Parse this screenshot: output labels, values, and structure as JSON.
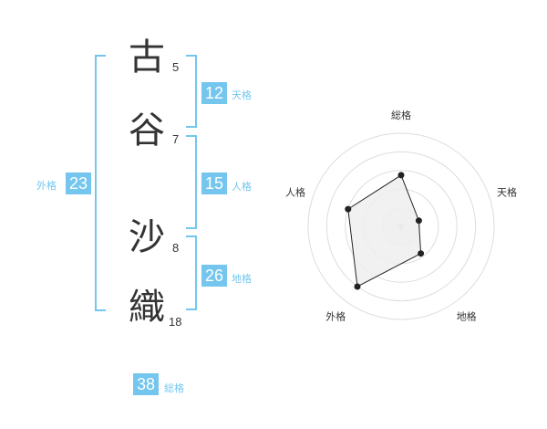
{
  "name": {
    "chars": [
      {
        "char": "古",
        "strokes": "5"
      },
      {
        "char": "谷",
        "strokes": "7"
      },
      {
        "char": "沙",
        "strokes": "8"
      },
      {
        "char": "織",
        "strokes": "18"
      }
    ]
  },
  "kaku": {
    "tenkaku": {
      "value": "12",
      "label": "天格"
    },
    "jinkaku": {
      "value": "15",
      "label": "人格"
    },
    "chikaku": {
      "value": "26",
      "label": "地格"
    },
    "gaikaku": {
      "value": "23",
      "label": "外格"
    },
    "soukaku": {
      "value": "38",
      "label": "総格"
    }
  },
  "radar": {
    "axes": [
      "総格",
      "天格",
      "地格",
      "外格",
      "人格"
    ],
    "values": [
      0.55,
      0.2,
      0.36,
      0.8,
      0.6
    ],
    "rings": 5,
    "fill_color": "#eeeeee",
    "ring_color": "#dddddd",
    "line_color": "#222222"
  }
}
